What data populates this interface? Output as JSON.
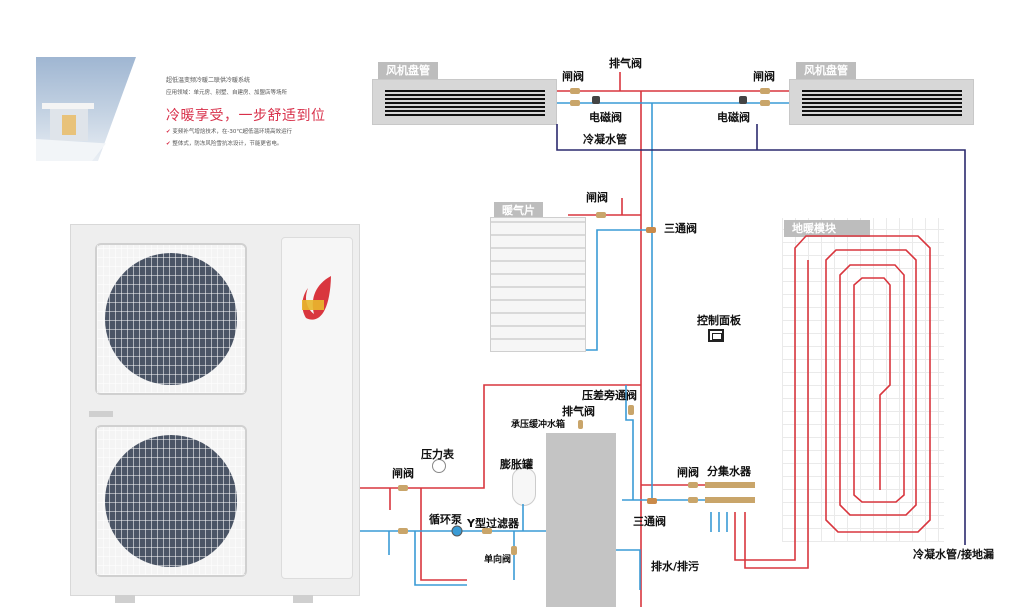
{
  "banner": {
    "line1": "超低温变频冷暖二联供冷暖系统",
    "line2": "应用领域：单元房、别墅、自建房、加盟店等场所",
    "headline": "冷暖享受，一步舒适到位",
    "check1": "变频补气增焓技术，在-30℃超低温环境高效运行",
    "check2": "整体式，防冻风险雪抗冻设计，节能更省电。"
  },
  "unit": {
    "brand_logo": "flame-logo"
  },
  "components": {
    "fan_coil_left": "风机盘管",
    "fan_coil_right": "风机盘管",
    "radiator": "暖气片",
    "floor_heating": "地暖模块",
    "buffer_tank": "承压缓冲水箱",
    "control_panel": "控制面板"
  },
  "labels": {
    "gate_valve_left_top": "闸阀",
    "exhaust_valve_top": "排气阀",
    "gate_valve_right_top": "闸阀",
    "solenoid_left": "电磁阀",
    "solenoid_right": "电磁阀",
    "condensate_pipe": "冷凝水管",
    "gate_valve_radiator": "闸阀",
    "three_way_top": "三通阀",
    "bypass_valve": "压差旁通阀",
    "exhaust_valve_tank": "排气阀",
    "pressure_gauge": "压力表",
    "gate_valve_unit": "闸阀",
    "expansion_tank": "膨胀罐",
    "circulation_pump": "循环泵",
    "y_filter": "Y型过滤器",
    "check_valve": "单向阀",
    "gate_valve_manifold": "闸阀",
    "manifold": "分集水器",
    "three_way_bottom": "三通阀",
    "drain": "排水/排污",
    "condensate_floor_drain": "冷凝水管/接地漏"
  },
  "colors": {
    "supply_pipe": "#d9363e",
    "return_pipe": "#3a9bd5",
    "condensate_pipe": "#2b2a6e",
    "tag_bg": "#bdbdbd",
    "headline": "#d8304a"
  }
}
